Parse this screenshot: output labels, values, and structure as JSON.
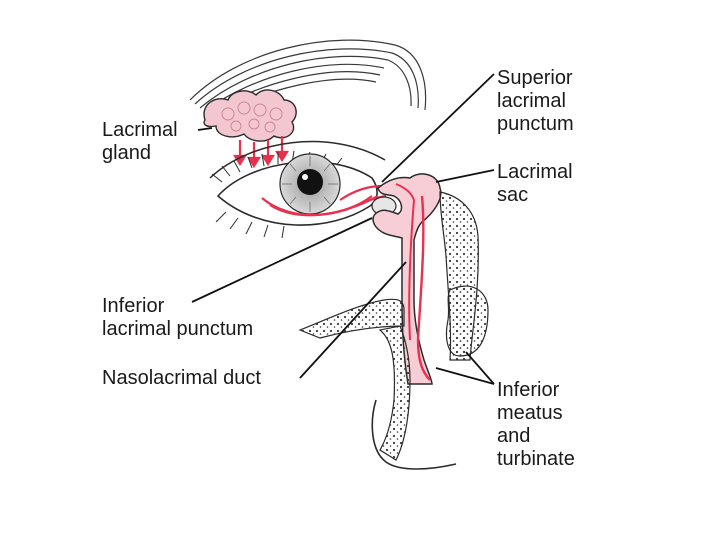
{
  "labels": {
    "lacrimal_gland": [
      "Lacrimal",
      "gland"
    ],
    "superior_punctum": [
      "Superior",
      "lacrimal",
      "punctum"
    ],
    "lacrimal_sac": [
      "Lacrimal",
      "sac"
    ],
    "inferior_punctum": [
      "Inferior",
      "lacrimal punctum"
    ],
    "nasolacrimal_duct": [
      "Nasolacrimal duct"
    ],
    "inferior_meatus": [
      "Inferior",
      "meatus",
      "and",
      "turbinate"
    ]
  },
  "colors": {
    "outline": "#2b2b2b",
    "gland_fill": "#f4c6d0",
    "tear_flow": "#e8304f",
    "duct_fill": "#f7cdd6",
    "bone_dots": "#3a3a3a"
  }
}
